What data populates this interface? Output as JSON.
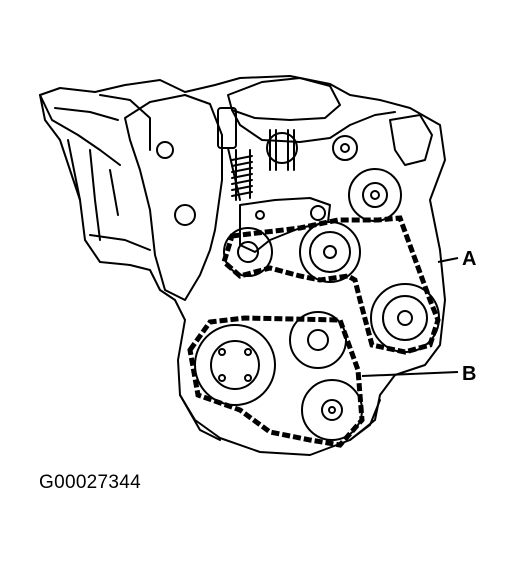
{
  "labels": {
    "belt_a": "A",
    "belt_b": "B"
  },
  "figure_id": "G00027344",
  "colors": {
    "ink": "#000000",
    "paper": "#ffffff"
  }
}
